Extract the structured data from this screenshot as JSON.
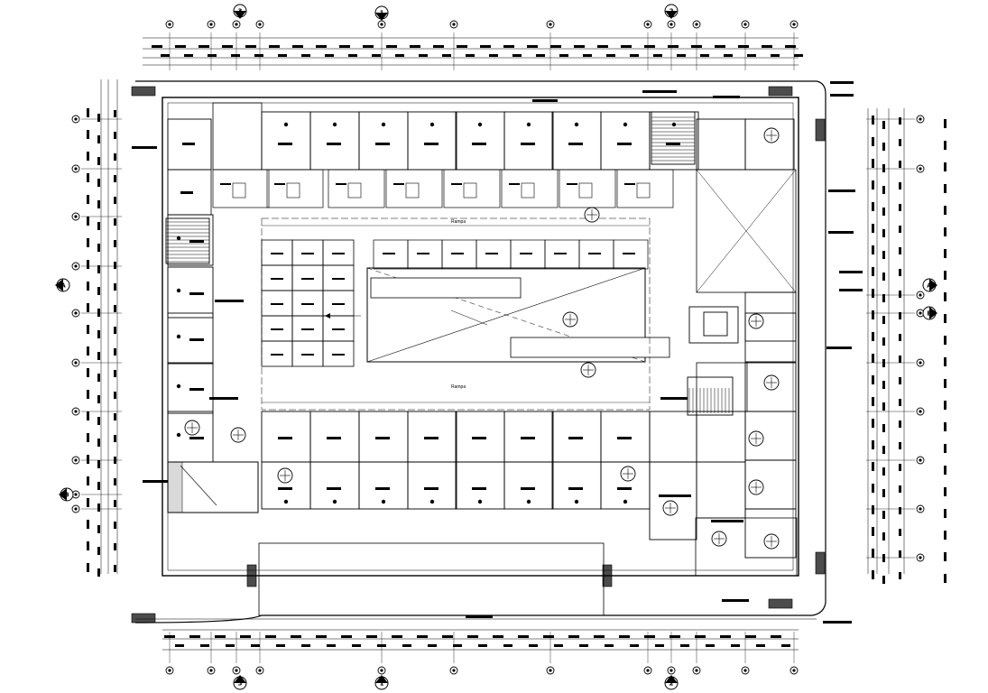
{
  "drawing": {
    "type": "architectural-floor-plan",
    "colors": {
      "ink": "#000000",
      "background": "#ffffff"
    },
    "ramp_labels": [
      "Rampa",
      "Rampa"
    ],
    "section_markers": [
      "A",
      "A",
      "B",
      "B",
      "1",
      "1",
      "2",
      "2",
      "3",
      "3"
    ]
  }
}
